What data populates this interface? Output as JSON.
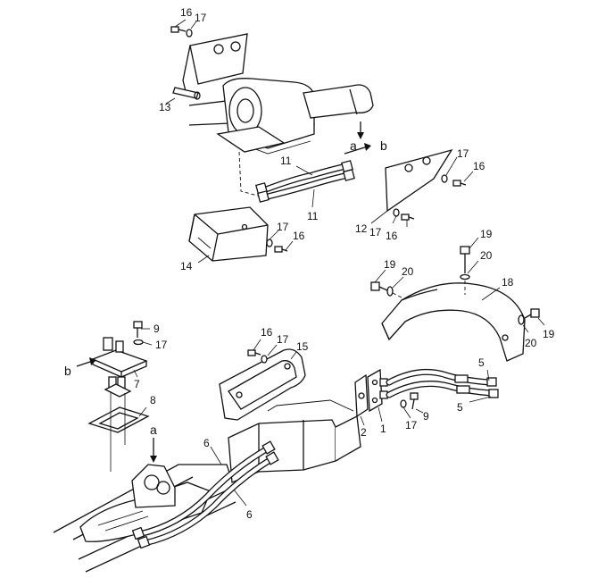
{
  "callouts": [
    {
      "key": "c16a",
      "text": "16"
    },
    {
      "key": "c17a",
      "text": "17"
    },
    {
      "key": "c13",
      "text": "13"
    },
    {
      "key": "ca1",
      "text": "a"
    },
    {
      "key": "cb1",
      "text": "b"
    },
    {
      "key": "c11a",
      "text": "11"
    },
    {
      "key": "c11b",
      "text": "11"
    },
    {
      "key": "c17b",
      "text": "17"
    },
    {
      "key": "c16b",
      "text": "16"
    },
    {
      "key": "c12",
      "text": "12"
    },
    {
      "key": "c17c",
      "text": "17"
    },
    {
      "key": "c16c",
      "text": "16"
    },
    {
      "key": "c17d",
      "text": "17"
    },
    {
      "key": "c16d",
      "text": "16"
    },
    {
      "key": "c14",
      "text": "14"
    },
    {
      "key": "c19a",
      "text": "19"
    },
    {
      "key": "c20a",
      "text": "20"
    },
    {
      "key": "c19b",
      "text": "19"
    },
    {
      "key": "c20b",
      "text": "20"
    },
    {
      "key": "c18",
      "text": "18"
    },
    {
      "key": "c20c",
      "text": "20"
    },
    {
      "key": "c19c",
      "text": "19"
    },
    {
      "key": "c9a",
      "text": "9"
    },
    {
      "key": "c17e",
      "text": "17"
    },
    {
      "key": "cb2",
      "text": "b"
    },
    {
      "key": "c7",
      "text": "7"
    },
    {
      "key": "c8",
      "text": "8"
    },
    {
      "key": "ca2",
      "text": "a"
    },
    {
      "key": "c16e",
      "text": "16"
    },
    {
      "key": "c17f",
      "text": "17"
    },
    {
      "key": "c15",
      "text": "15"
    },
    {
      "key": "c5a",
      "text": "5"
    },
    {
      "key": "c5b",
      "text": "5"
    },
    {
      "key": "c9b",
      "text": "9"
    },
    {
      "key": "c17g",
      "text": "17"
    },
    {
      "key": "c2",
      "text": "2"
    },
    {
      "key": "c1",
      "text": "1"
    },
    {
      "key": "c6a",
      "text": "6"
    },
    {
      "key": "c6b",
      "text": "6"
    }
  ],
  "colors": {
    "ink": "#111111",
    "paper": "#ffffff"
  }
}
